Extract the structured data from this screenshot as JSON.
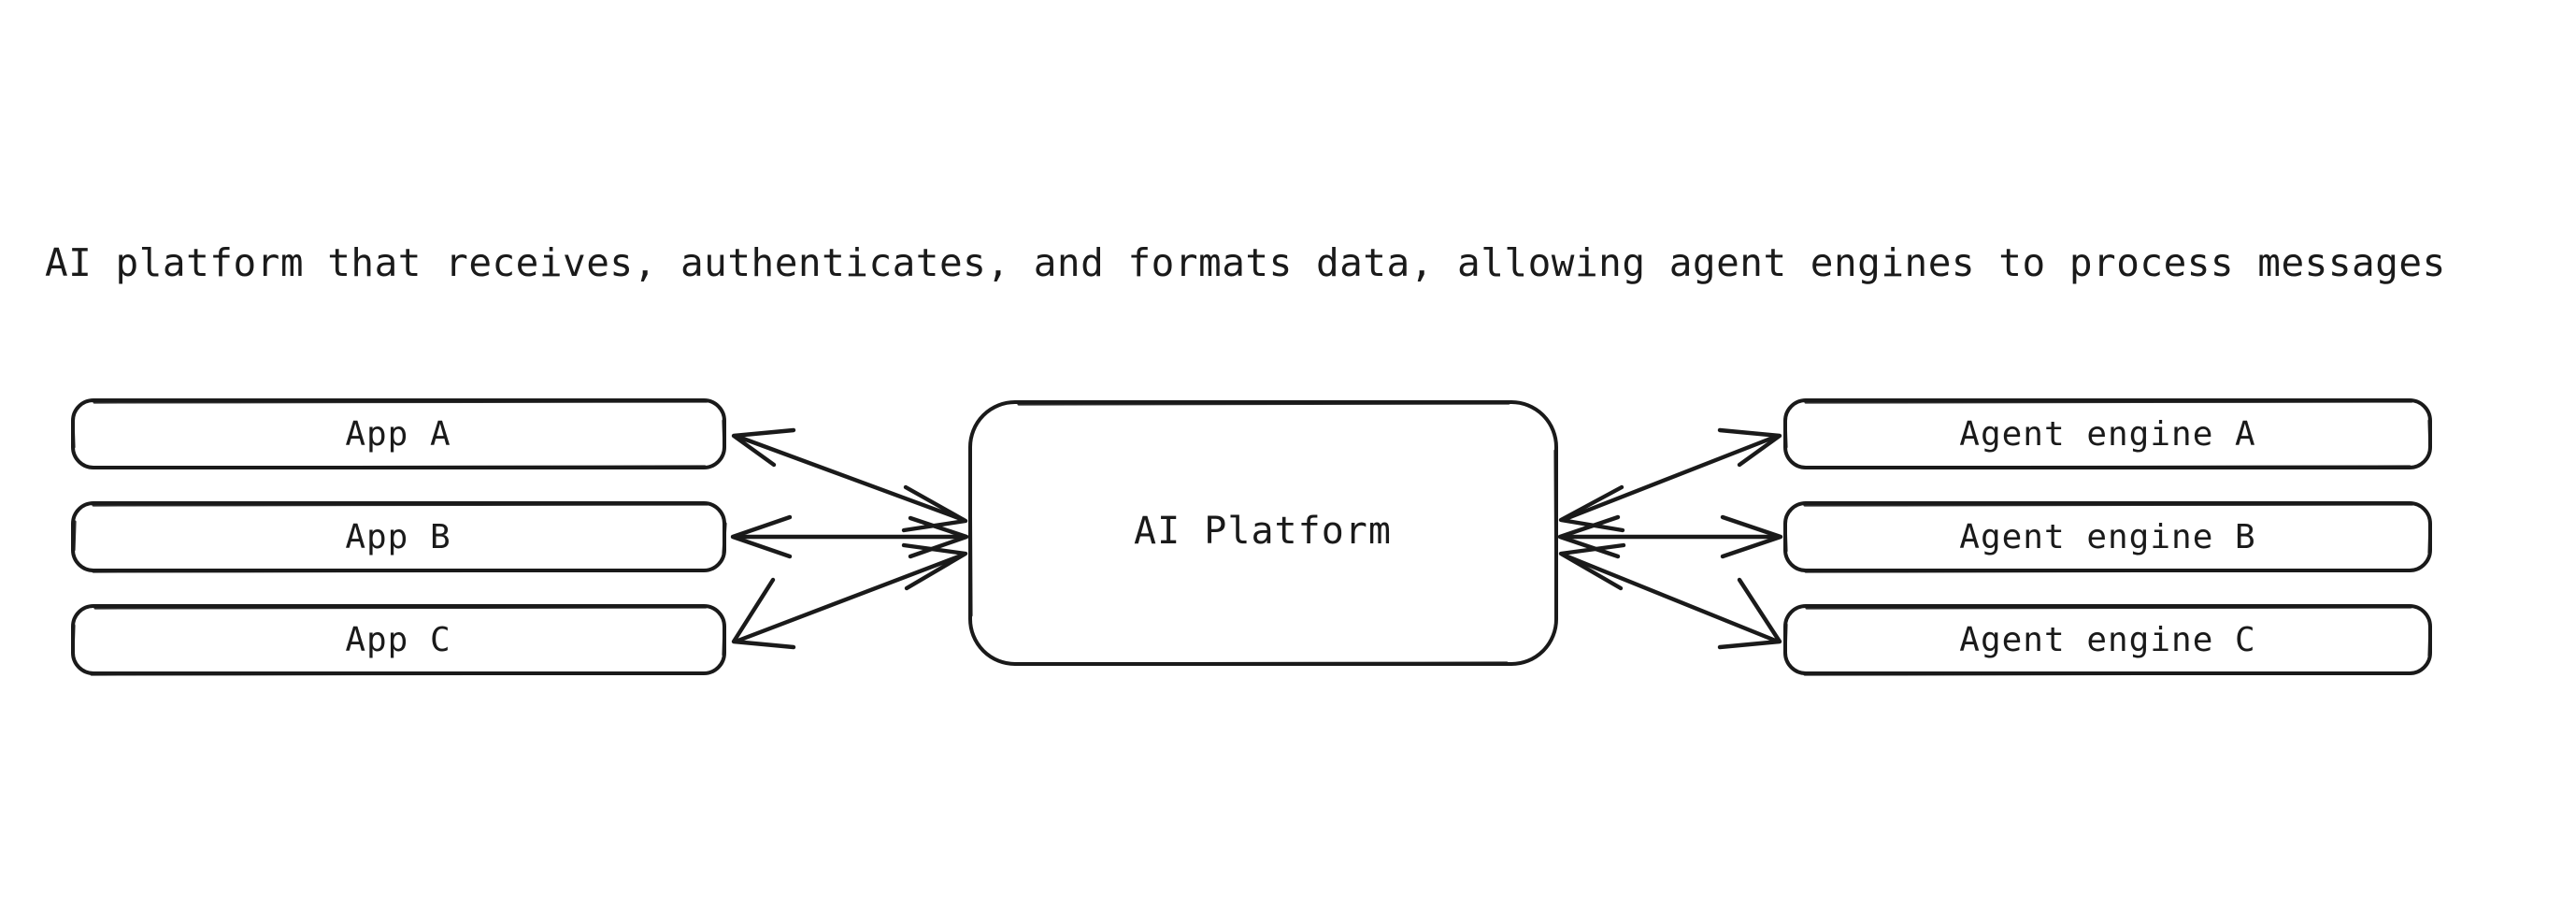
{
  "page": {
    "title_text": "AI platform that receives, authenticates, and formats data, allowing agent engines to process messages",
    "background_color": "#ffffff",
    "stroke_color": "#1a1a1a"
  },
  "diagram": {
    "kind": "flowchart",
    "style": "hand-drawn",
    "center_node": {
      "id": "ai-platform",
      "label": "AI Platform"
    },
    "left_nodes": [
      {
        "id": "app-a",
        "label": "App A"
      },
      {
        "id": "app-b",
        "label": "App B"
      },
      {
        "id": "app-c",
        "label": "App C"
      }
    ],
    "right_nodes": [
      {
        "id": "agent-engine-a",
        "label": "Agent engine A"
      },
      {
        "id": "agent-engine-b",
        "label": "Agent engine B"
      },
      {
        "id": "agent-engine-c",
        "label": "Agent engine C"
      }
    ],
    "edges": [
      {
        "id": "edge-app-a",
        "from": "app-a",
        "to": "ai-platform",
        "direction": "bidirectional"
      },
      {
        "id": "edge-app-b",
        "from": "app-b",
        "to": "ai-platform",
        "direction": "bidirectional"
      },
      {
        "id": "edge-app-c",
        "from": "app-c",
        "to": "ai-platform",
        "direction": "bidirectional"
      },
      {
        "id": "edge-agent-a",
        "from": "ai-platform",
        "to": "agent-engine-a",
        "direction": "bidirectional"
      },
      {
        "id": "edge-agent-b",
        "from": "ai-platform",
        "to": "agent-engine-b",
        "direction": "bidirectional"
      },
      {
        "id": "edge-agent-c",
        "from": "ai-platform",
        "to": "agent-engine-c",
        "direction": "bidirectional"
      }
    ]
  }
}
